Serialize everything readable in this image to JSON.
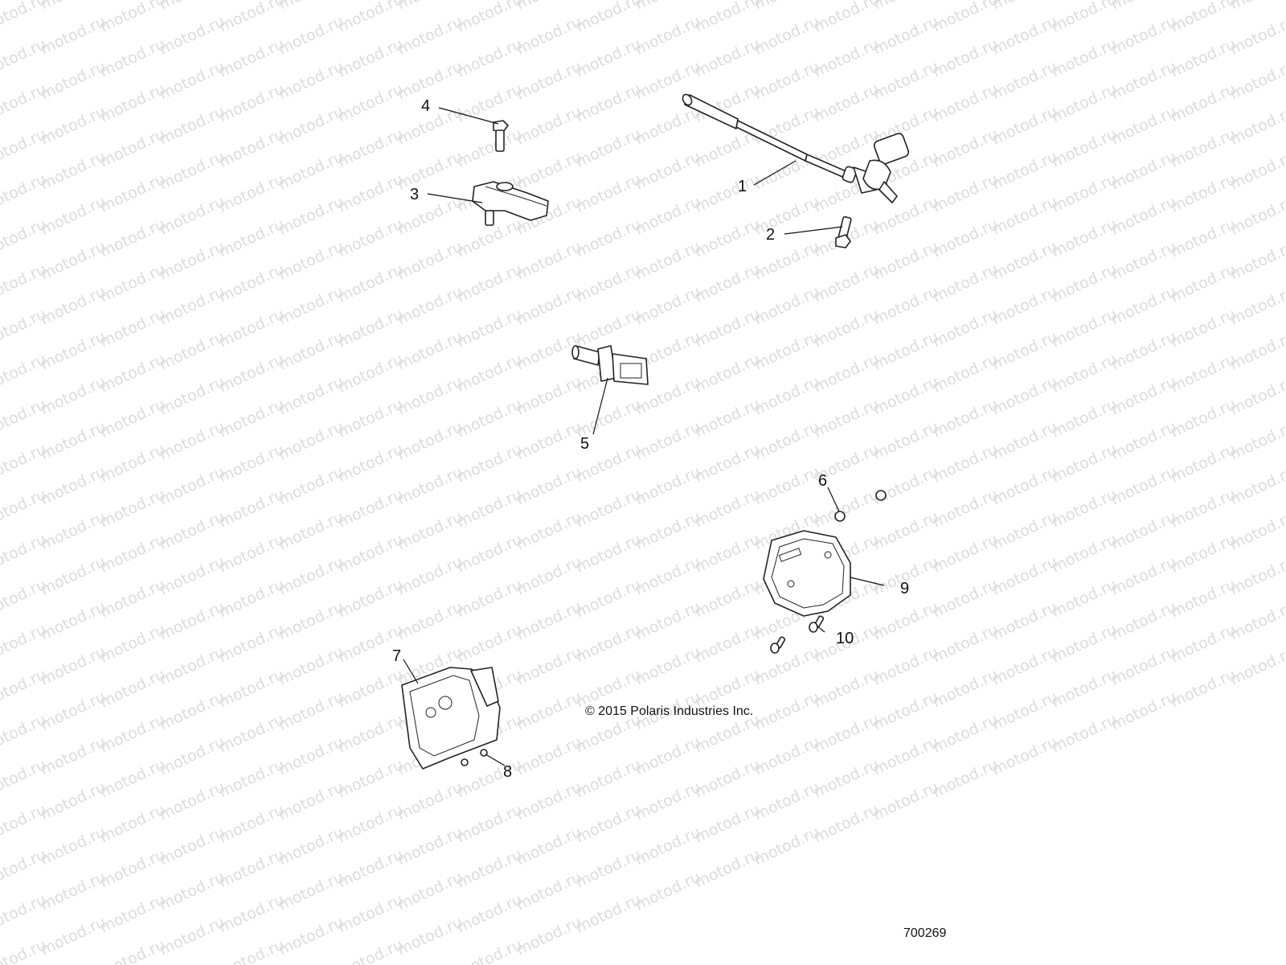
{
  "diagram": {
    "type": "exploded-parts-diagram",
    "watermark_text": "motod.ru",
    "copyright": "© 2015 Polaris Industries Inc.",
    "figure_id": "700269",
    "callouts": [
      {
        "number": "1",
        "part": "sensor-with-cable"
      },
      {
        "number": "2",
        "part": "bolt"
      },
      {
        "number": "3",
        "part": "map-sensor"
      },
      {
        "number": "4",
        "part": "bolt"
      },
      {
        "number": "5",
        "part": "temperature-sensor"
      },
      {
        "number": "6",
        "part": "nut"
      },
      {
        "number": "7",
        "part": "ecu-module"
      },
      {
        "number": "8",
        "part": "screw"
      },
      {
        "number": "9",
        "part": "ecu-bracket"
      },
      {
        "number": "10",
        "part": "screw"
      }
    ]
  }
}
